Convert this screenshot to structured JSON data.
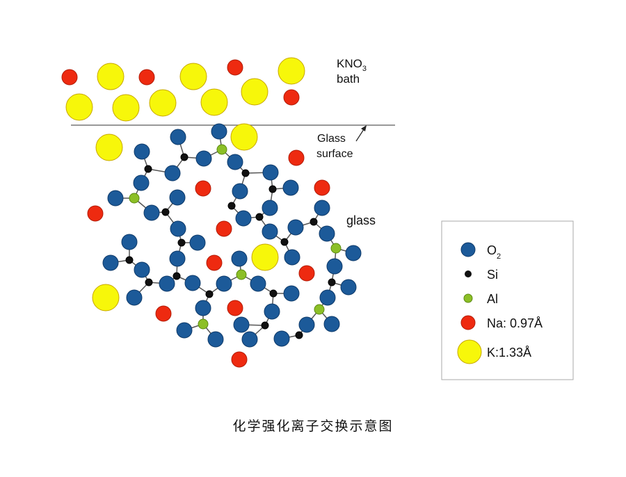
{
  "labels": {
    "bath_main": "KNO",
    "bath_sub": "3",
    "bath_line2": "bath",
    "surface_line1": "Glass",
    "surface_line2": "surface",
    "glass": "glass"
  },
  "legend": {
    "items": [
      {
        "key": "o2",
        "text": "O",
        "sub": "2",
        "color": "#1c5a99"
      },
      {
        "key": "si",
        "text": "Si",
        "sub": "",
        "color": "#111111"
      },
      {
        "key": "al",
        "text": "Al",
        "sub": "",
        "color": "#8cbf26"
      },
      {
        "key": "na",
        "text": "Na: 0.97Å",
        "sub": "",
        "color": "#ee2a10"
      },
      {
        "key": "k",
        "text": "K:1.33Å",
        "sub": "",
        "color": "#f7f70a"
      }
    ]
  },
  "caption": "化学强化离子交换示意图"
}
